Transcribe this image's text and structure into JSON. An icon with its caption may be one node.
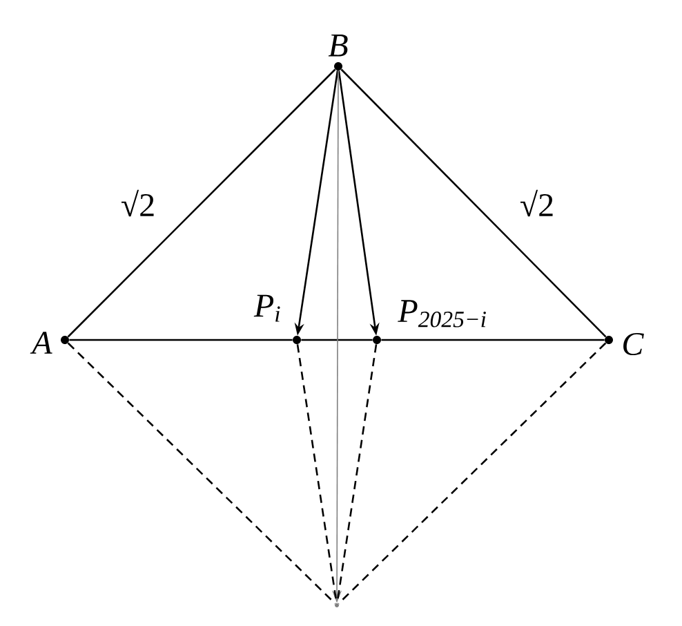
{
  "diagram": {
    "nodes": [
      {
        "text": [
          "B"
        ]
      },
      {
        "text": [
          "A"
        ]
      },
      {
        "text": [
          "C"
        ]
      },
      {
        "text": [
          "P$_{i}$"
        ]
      },
      {
        "text": [
          "P$_{2025−i}$"
        ]
      },
      {
        "text": [],
        "shape": "point"
      }
    ],
    "edges": [
      {
        "from": 1,
        "to": 0,
        "arrow": "none",
        "label": "√2"
      },
      {
        "from": 0,
        "to": 2,
        "arrow": "none",
        "label": "√2"
      },
      {
        "from": 1,
        "to": 3,
        "arrow": "none"
      },
      {
        "from": 3,
        "to": 4,
        "arrow": "none"
      },
      {
        "from": 4,
        "to": 2,
        "arrow": "none"
      },
      {
        "from": 0,
        "to": 3,
        "arrow": "to"
      },
      {
        "from": 0,
        "to": 4,
        "arrow": "to"
      },
      {
        "from": 0,
        "to": 5,
        "arrow": "to",
        "color": "#808080"
      },
      {
        "from": 1,
        "to": 5,
        "arrow": "none",
        "style": "dashed"
      },
      {
        "from": 2,
        "to": 5,
        "arrow": "none",
        "style": "dashed"
      },
      {
        "from": 3,
        "to": 5,
        "arrow": "none",
        "style": "dashed"
      },
      {
        "from": 4,
        "to": 5,
        "arrow": "none",
        "style": "dashed"
      }
    ]
  }
}
